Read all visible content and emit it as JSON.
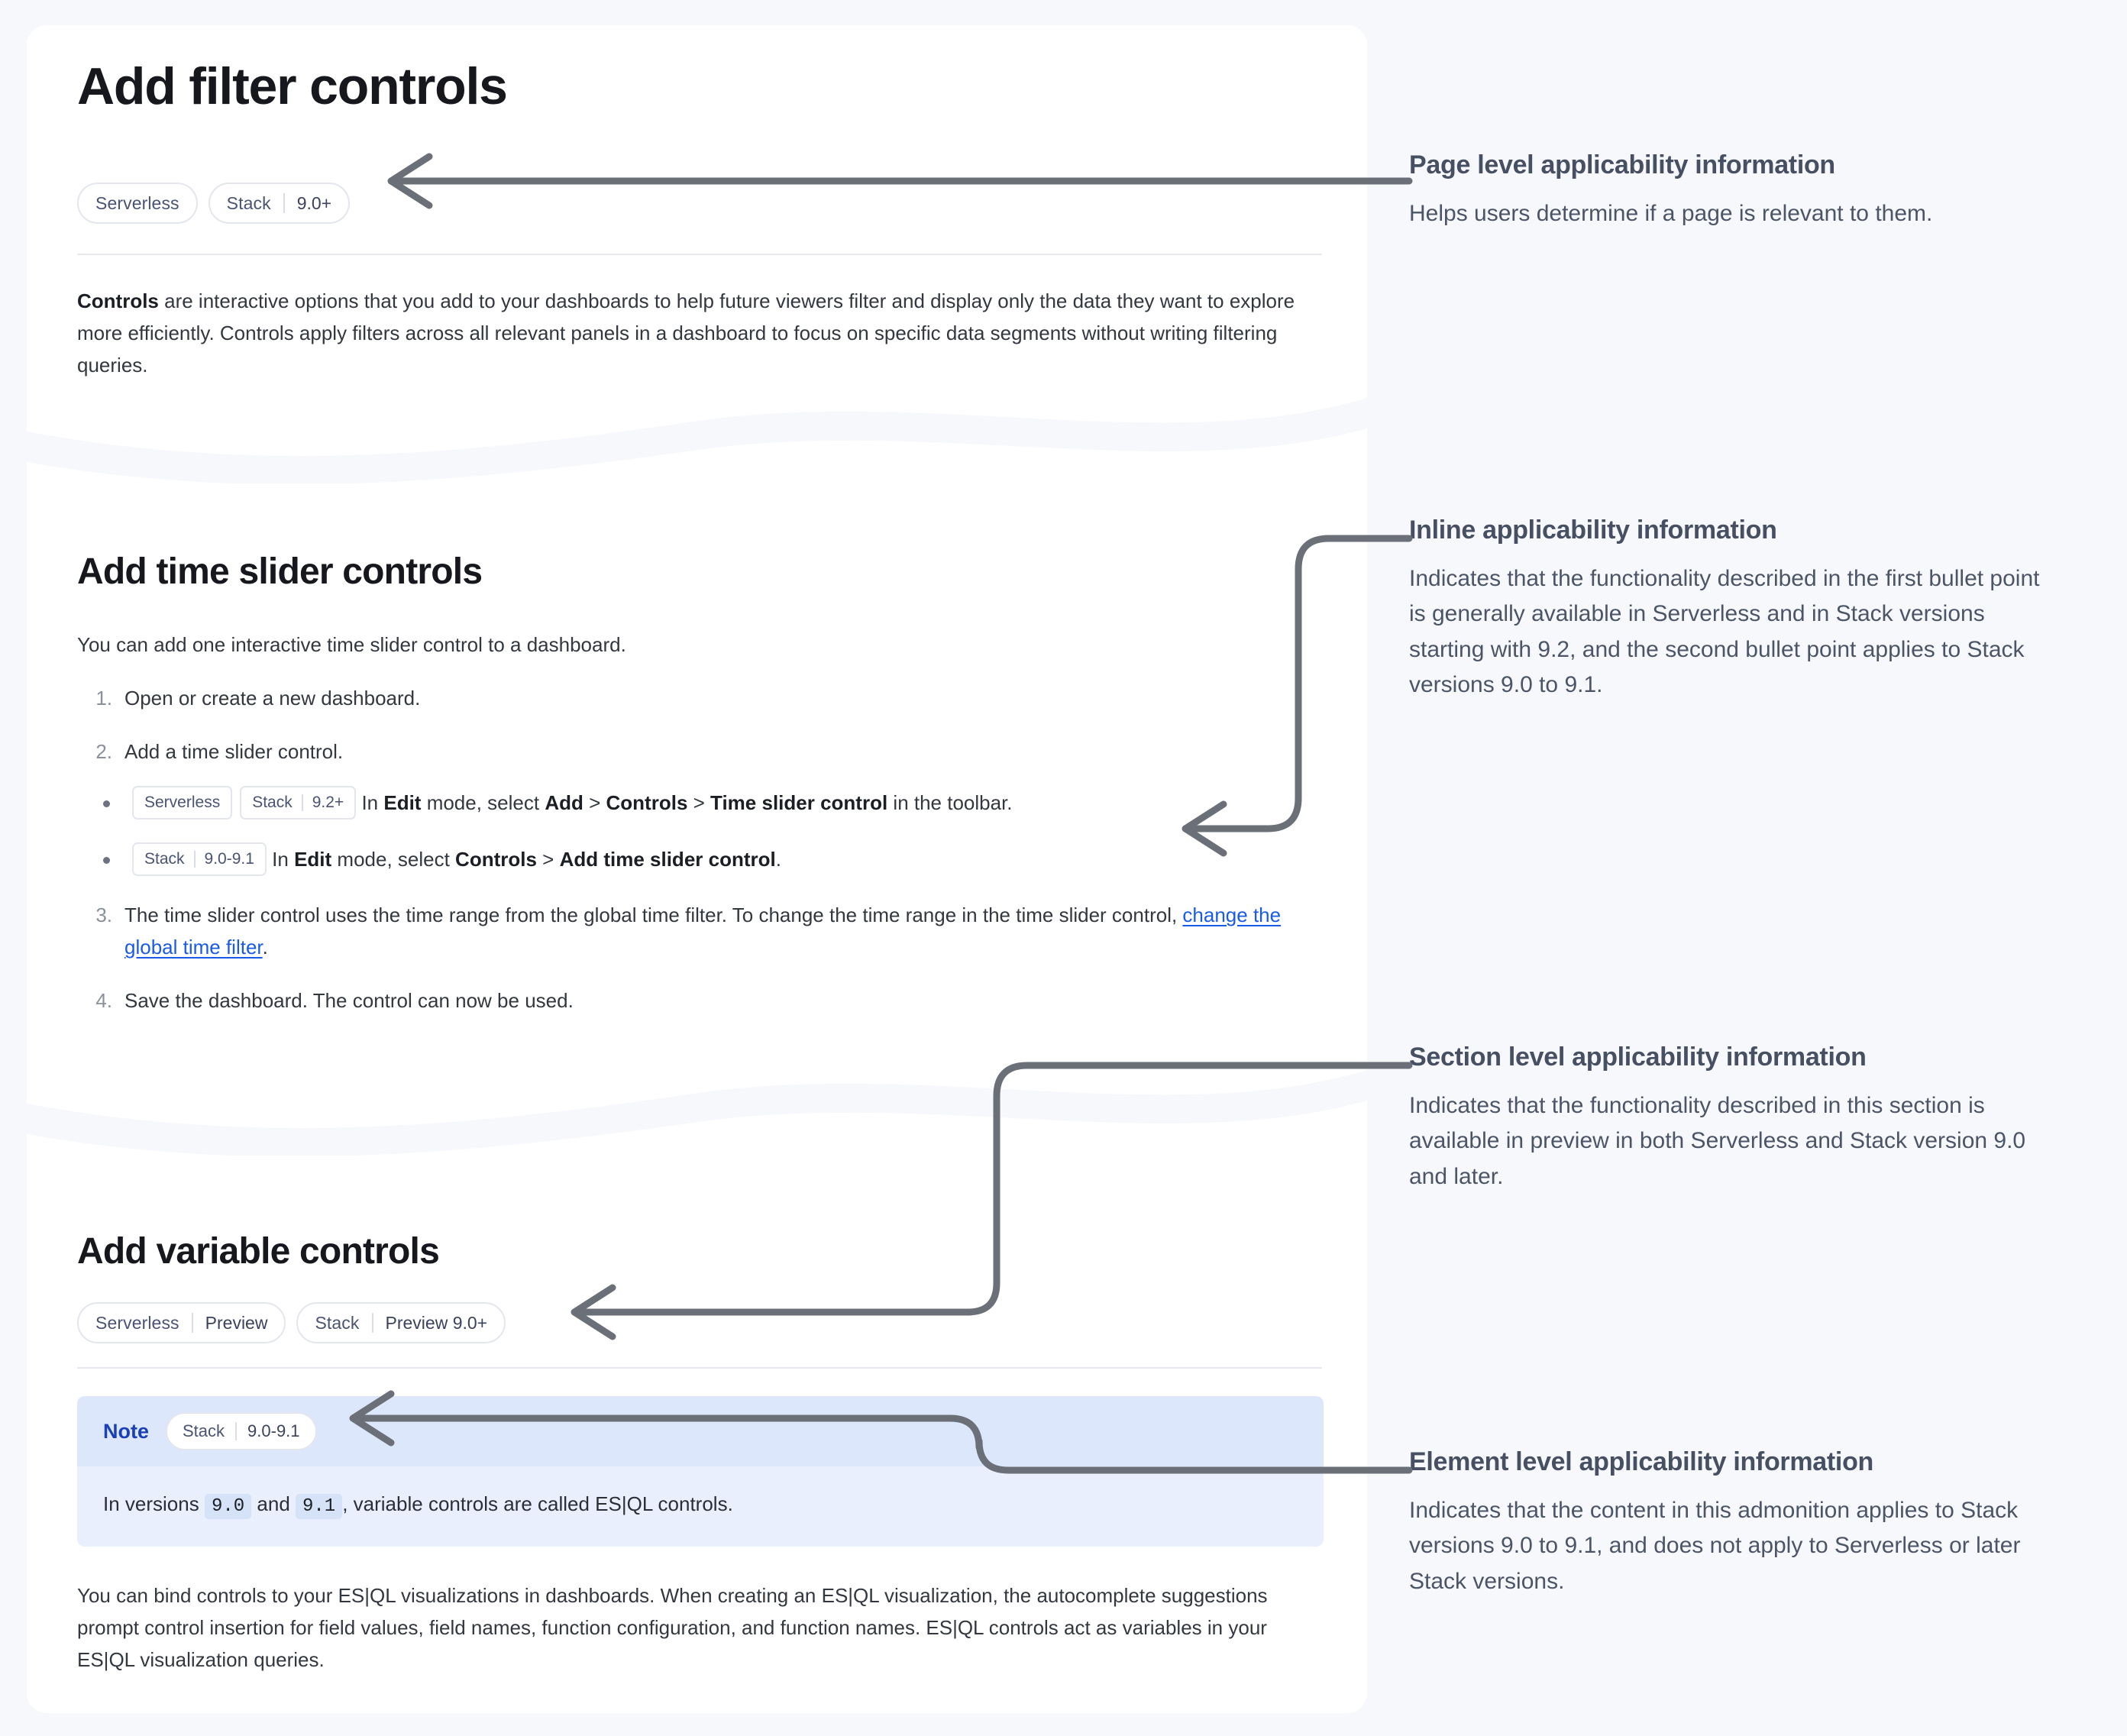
{
  "page": {
    "title": "Add filter controls",
    "badges": [
      {
        "name": "Serverless",
        "version": ""
      },
      {
        "name": "Stack",
        "version": "9.0+"
      }
    ],
    "intro_lead": "Controls",
    "intro_rest": " are interactive options that you add to your dashboards to help future viewers filter and display only the data they want to explore more efficiently. Controls apply filters across all relevant panels in a dashboard to focus on specific data segments without writing filtering queries."
  },
  "section_time_slider": {
    "title": "Add time slider controls",
    "intro": "You can add one interactive time slider control to a dashboard.",
    "steps": [
      {
        "num": "1.",
        "text": "Open or create a new dashboard."
      },
      {
        "num": "2.",
        "text": "Add a time slider control."
      },
      {
        "num": "3.",
        "text": "The time slider control uses the time range from the global time filter. To change the time range in the time slider control, ",
        "link": "change the global time filter",
        "tail": "."
      },
      {
        "num": "4.",
        "text": "Save the dashboard. The control can now be used."
      }
    ],
    "bullets": [
      {
        "chips": [
          {
            "name": "Serverless",
            "version": ""
          },
          {
            "name": "Stack",
            "version": "9.2+"
          }
        ],
        "t1": "In ",
        "b1": "Edit",
        "t2": " mode, select ",
        "b2": "Add",
        "t3": " > ",
        "b3": "Controls",
        "t4": " > ",
        "b4": "Time slider control",
        "t5": " in the toolbar."
      },
      {
        "chips": [
          {
            "name": "Stack",
            "version": "9.0-9.1"
          }
        ],
        "t1": "In ",
        "b1": "Edit",
        "t2": " mode, select ",
        "b2": "Controls",
        "t3": " > ",
        "b3": "Add time slider control",
        "t4": ".",
        "b4": "",
        "t5": ""
      }
    ]
  },
  "section_variable": {
    "title": "Add variable controls",
    "badges": [
      {
        "name": "Serverless",
        "version": "Preview"
      },
      {
        "name": "Stack",
        "version": "Preview 9.0+"
      }
    ],
    "note": {
      "label": "Note",
      "badge": {
        "name": "Stack",
        "version": "9.0-9.1"
      },
      "text_pre": "In versions ",
      "code_1": "9.0",
      "text_mid": " and ",
      "code_2": "9.1",
      "text_post": ", variable controls are called ES|QL controls."
    },
    "body": "You can bind controls to your ES|QL visualizations in dashboards. When creating an ES|QL visualization, the autocomplete suggestions prompt control insertion for field values, field names, function configuration, and function names. ES|QL controls act as variables in your ES|QL visualization queries."
  },
  "annotations": [
    {
      "title": "Page level applicability information",
      "body": "Helps users determine if a page is relevant to them."
    },
    {
      "title": "Inline applicability information",
      "body": "Indicates that the functionality described in the first bullet point is generally available in Serverless and in Stack versions starting with 9.2, and the second bullet point applies to Stack versions 9.0 to 9.1."
    },
    {
      "title": "Section level applicability information",
      "body": "Indicates that the functionality described in this section is available in preview in both Serverless and Stack version 9.0 and later."
    },
    {
      "title": "Element level applicability information",
      "body": "Indicates that the content in this admonition applies to Stack versions 9.0 to 9.1, and does not apply to Serverless or later Stack versions."
    }
  ],
  "colors": {
    "page_background": "#F7F8FC",
    "card_background": "#FFFFFF",
    "badge_border": "#E3E6ED",
    "badge_text": "#4A5372",
    "link": "#1A5AE8",
    "note_header": "#DCE7FB",
    "note_body": "#E9EFFC",
    "note_label": "#1A3FB8",
    "connector": "#6B7078",
    "annotation_title": "#474F63",
    "annotation_body": "#4C5568"
  }
}
